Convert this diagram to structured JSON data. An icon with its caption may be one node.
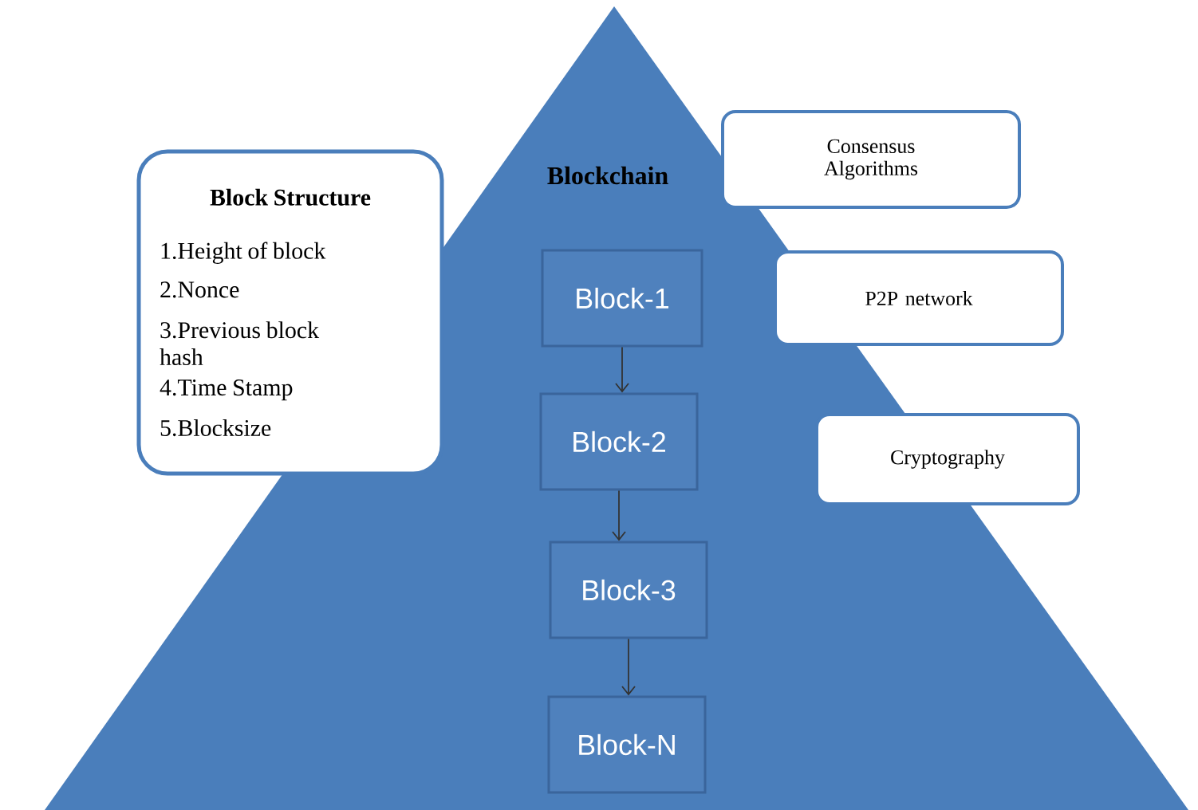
{
  "diagram": {
    "nodes": [
      {
        "text": [
          "Blockchain"
        ]
      },
      {
        "text": [
          "Block Structure",
          "1.Height of block",
          "2.Nonce",
          "3.Previous block hash",
          "4.Time Stamp",
          "5.Blocksize"
        ]
      },
      {
        "text": [
          "Consensus Algorithms"
        ]
      },
      {
        "text": [
          "P2P network"
        ]
      },
      {
        "text": [
          "Cryptography"
        ]
      },
      {
        "text": [
          "Block-1"
        ],
        "in": 0
      },
      {
        "text": [
          "Block-2"
        ],
        "in": 0
      },
      {
        "text": [
          "Block-3"
        ],
        "in": 0
      },
      {
        "text": [
          "Block-N"
        ],
        "in": 0
      }
    ],
    "edges": [
      {
        "from": 5,
        "to": 6,
        "arrow": "to"
      },
      {
        "from": 6,
        "to": 7,
        "arrow": "to"
      },
      {
        "from": 7,
        "to": 8,
        "arrow": "to"
      }
    ]
  }
}
